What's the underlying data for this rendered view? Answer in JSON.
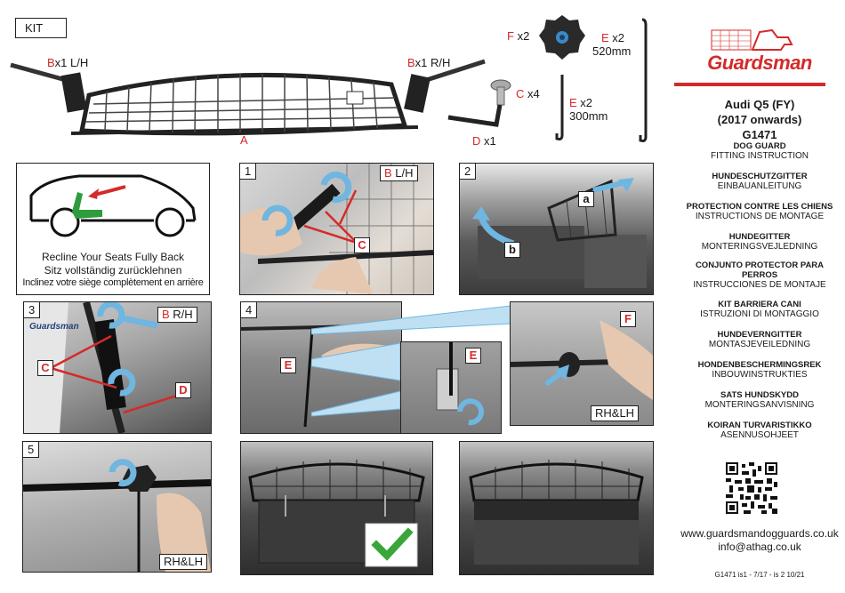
{
  "kit": {
    "title": "KIT",
    "parts": {
      "b_left": {
        "letter": "B",
        "text": "x1 L/H"
      },
      "b_right": {
        "letter": "B",
        "text": "x1 R/H"
      },
      "a": {
        "letter": "A"
      },
      "c": {
        "letter": "C",
        "text": " x4"
      },
      "d": {
        "letter": "D",
        "text": " x1"
      },
      "f": {
        "letter": "F",
        "text": " x2"
      },
      "e_long": {
        "letter": "E",
        "text": " x2",
        "size": "520mm"
      },
      "e_short": {
        "letter": "E",
        "text": " x2",
        "size": "300mm"
      }
    }
  },
  "recline": {
    "line1": "Recline Your Seats Fully Back",
    "line2": "Sitz vollständig zurücklehnen",
    "line3": "Inclinez votre siège complètement en arrière"
  },
  "steps": {
    "s1": {
      "num": "1",
      "label_letter": "B",
      "label_text": " L/H",
      "callout": "C"
    },
    "s2": {
      "num": "2",
      "callout_a": "a",
      "callout_b": "b"
    },
    "s3": {
      "num": "3",
      "label_letter": "B",
      "label_text": " R/H",
      "callout_c": "C",
      "callout_d": "D",
      "logo": "Guardsman"
    },
    "s4": {
      "num": "4",
      "callout_e1": "E",
      "callout_e2": "E",
      "callout_f": "F",
      "side": "RH&LH"
    },
    "s5": {
      "num": "5",
      "side": "RH&LH"
    }
  },
  "brand": {
    "name": "Guardsman",
    "vehicle": "Audi Q5 (FY)",
    "years": "(2017 onwards)",
    "code": "G1471",
    "languages": [
      {
        "head": "DOG GUARD",
        "sub": "FITTING INSTRUCTION"
      },
      {
        "head": "HUNDESCHUTZGITTER",
        "sub": "EINBAUANLEITUNG"
      },
      {
        "head": "PROTECTION CONTRE LES CHIENS",
        "sub": "INSTRUCTIONS DE MONTAGE"
      },
      {
        "head": "HUNDEGITTER",
        "sub": "MONTERINGSVEJLEDNING"
      },
      {
        "head": "CONJUNTO PROTECTOR PARA PERROS",
        "sub": "INSTRUCCIONES DE MONTAJE"
      },
      {
        "head": "KIT BARRIERA CANI",
        "sub": "ISTRUZIONI DI MONTAGGIO"
      },
      {
        "head": "HUNDEVERNGITTER",
        "sub": "MONTASJEVEILEDNING"
      },
      {
        "head": "HONDENBESCHERMINGSREK",
        "sub": "INBOUWINSTRUKTIES"
      },
      {
        "head": "SATS HUNDSKYDD",
        "sub": "MONTERINGSANVISNING"
      },
      {
        "head": "KOIRAN TURVARISTIKKO",
        "sub": "ASENNUSOHJEET"
      }
    ],
    "website": "www.guardsmandogguards.co.uk",
    "email": "info@athag.co.uk",
    "footer": "G1471 is1 - 7/17 - is 2 10/21"
  },
  "colors": {
    "accent": "#d42a2a",
    "check": "#3aa63a",
    "arrow": "#6fb6e0"
  }
}
